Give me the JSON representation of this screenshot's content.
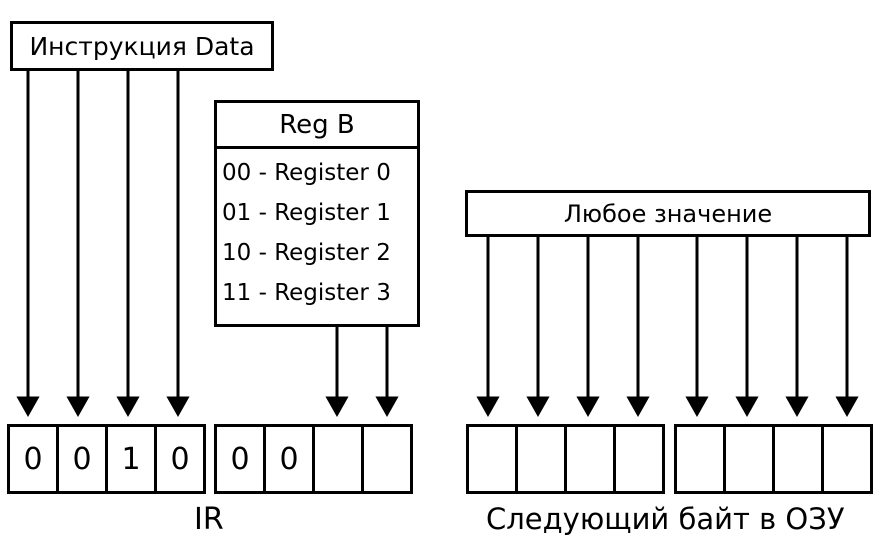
{
  "instruction_box": {
    "label": "Инструкция Data"
  },
  "regb": {
    "title": "Reg B",
    "rows": [
      "00 - Register 0",
      "01 - Register 1",
      "10 - Register 2",
      "11 - Register 3"
    ]
  },
  "any_value_box": {
    "label": "Любое значение"
  },
  "ir": {
    "label": "IR",
    "bits": [
      "0",
      "0",
      "1",
      "0",
      "0",
      "0",
      "",
      ""
    ]
  },
  "next_byte": {
    "label": "Следующий байт в ОЗУ",
    "bits": [
      "",
      "",
      "",
      "",
      "",
      "",
      "",
      ""
    ]
  }
}
